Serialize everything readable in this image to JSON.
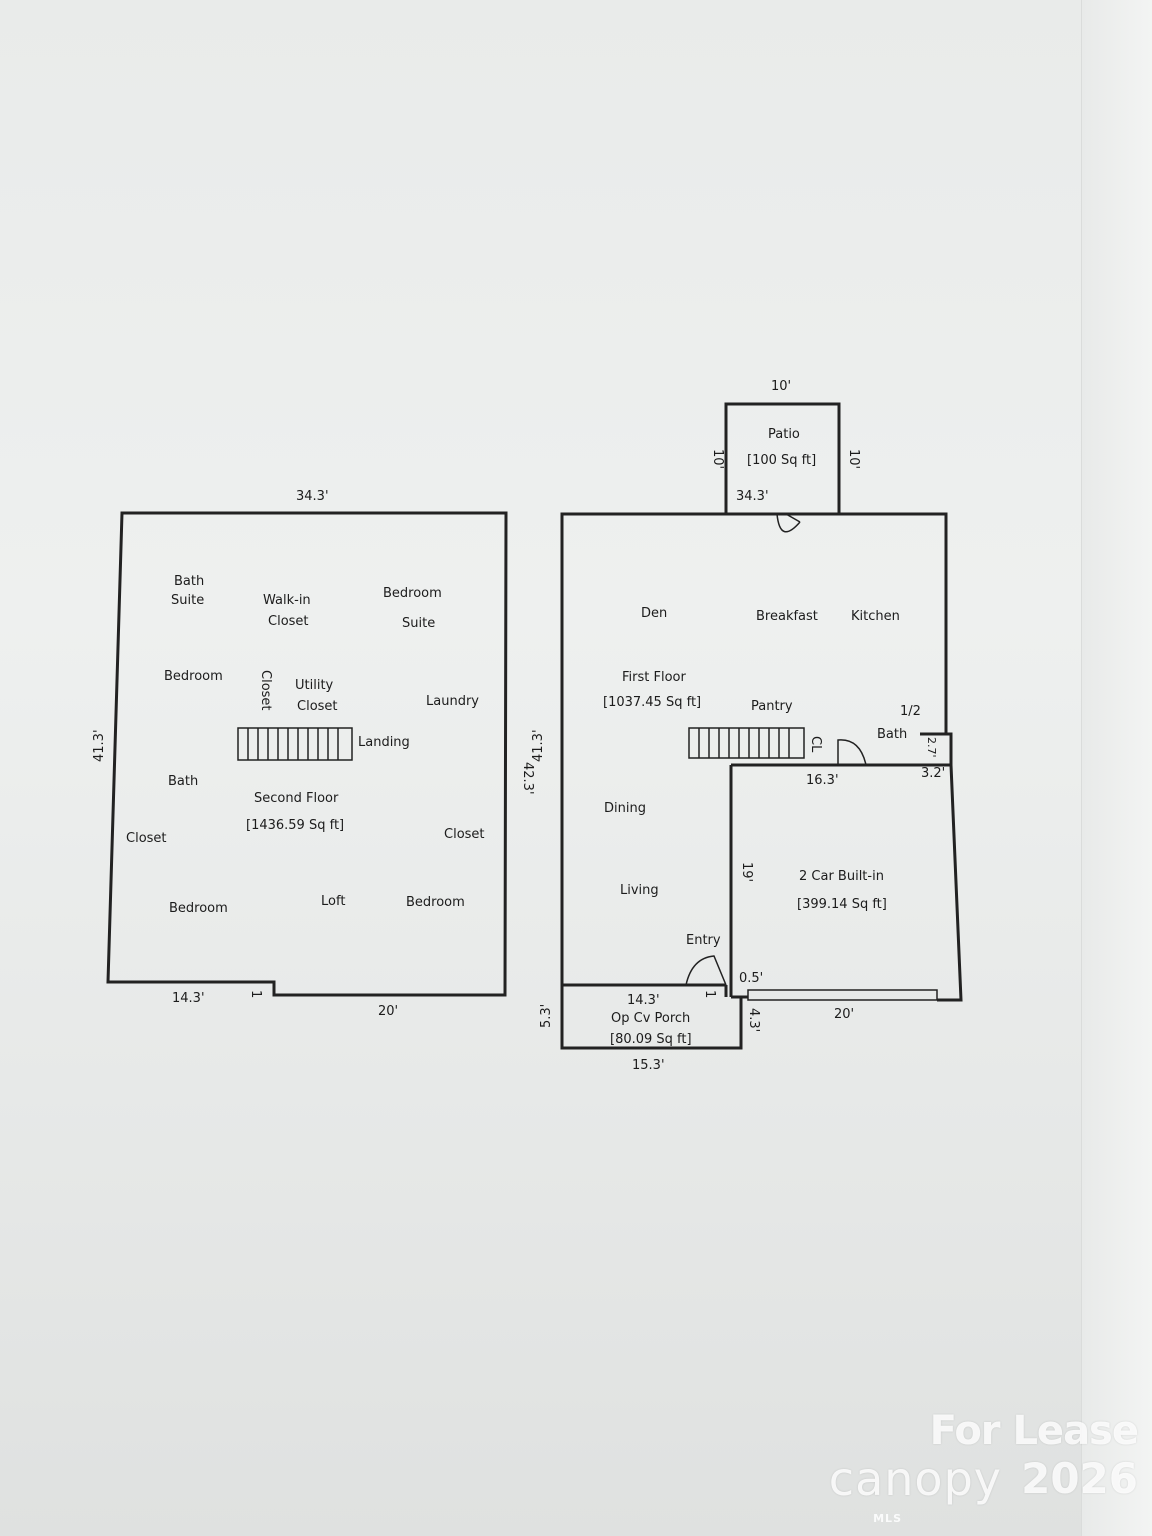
{
  "second_floor": {
    "top_dim": "34.3'",
    "left_dim": "41.3'",
    "right_dim": "42.3'",
    "bottom_left_dim": "14.3'",
    "bottom_right_dim": "20'",
    "step_dim": "1",
    "rooms": {
      "bath_suite_1": "Bath",
      "bath_suite_2": "Suite",
      "walkin_1": "Walk-in",
      "walkin_2": "Closet",
      "bedroom_suite_1": "Bedroom",
      "bedroom_suite_2": "Suite",
      "bedroom_nw": "Bedroom",
      "closet_vertical": "Closet",
      "utility_1": "Utility",
      "utility_2": "Closet",
      "laundry": "Laundry",
      "landing": "Landing",
      "bath": "Bath",
      "title": "Second Floor",
      "area": "[1436.59 Sq ft]",
      "closet_w": "Closet",
      "closet_e": "Closet",
      "bedroom_sw": "Bedroom",
      "loft": "Loft",
      "bedroom_se": "Bedroom"
    }
  },
  "first_floor": {
    "patio_top_dim": "10'",
    "patio_left_dim": "10'",
    "patio_right_dim": "10'",
    "patio_label": "Patio",
    "patio_area": "[100 Sq ft]",
    "top_dim": "34.3'",
    "left_dim": "41.3'",
    "rooms": {
      "den": "Den",
      "breakfast": "Breakfast",
      "kitchen": "Kitchen",
      "title": "First Floor",
      "area": "[1037.45 Sq ft]",
      "pantry": "Pantry",
      "half": "1/2",
      "bath": "Bath",
      "cl": "CL",
      "dining": "Dining",
      "living": "Living",
      "entry": "Entry",
      "garage": "2 Car Built-in",
      "garage_area": "[399.14 Sq ft]"
    },
    "dims": {
      "d_2_7": "2.7'",
      "d_3_2": "3.2'",
      "d_16_3": "16.3'",
      "d_19": "19'",
      "d_0_5": "0.5'",
      "d_1": "1",
      "d_20": "20'",
      "d_4_3": "4.3'",
      "d_5_3": "5.3'",
      "d_14_3": "14.3'",
      "d_15_3": "15.3'"
    },
    "porch_label": "Op Cv Porch",
    "porch_area": "[80.09 Sq ft]"
  },
  "watermark": {
    "status": "For Lease",
    "brand": "canopy",
    "year": "2026",
    "sub": "MLS"
  }
}
